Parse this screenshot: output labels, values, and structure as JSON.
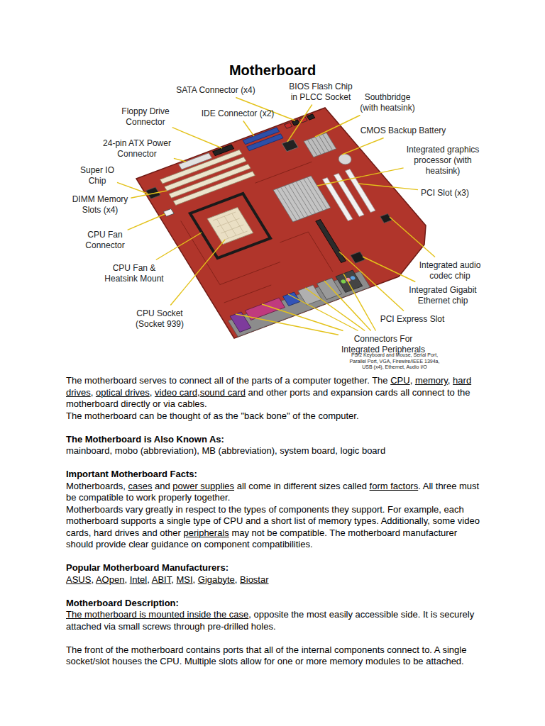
{
  "diagram": {
    "title": "Motherboard",
    "labels": [
      "SATA Connector (x4)",
      "BIOS Flash Chip in PLCC Socket",
      "Southbridge (with heatsink)",
      "Floppy Drive Connector",
      "IDE Connector (x2)",
      "CMOS Backup Battery",
      "24-pin ATX Power Connector",
      "Integrated graphics processor (with heatsink)",
      "Super IO Chip",
      "PCI Slot (x3)",
      "DIMM Memory Slots (x4)",
      "CPU Fan Connector",
      "Integrated audio codec chip",
      "CPU Fan & Heatsink Mount",
      "Integrated Gigabit Ethernet chip",
      "PCI Express Slot",
      "CPU Socket (Socket 939)",
      "Connectors For Integrated Peripherals",
      "PS/2 Keyboard and Mouse, Serial Port, Parallel Port, VGA, Firewire/IEEE 1394a, USB (x4), Ethernet, Audio I/O",
      "The motherboard serves to connect all of the parts of a computer together. The ",
      "CPU",
      ", ",
      "memory",
      ", ",
      "hard drives",
      ", ",
      "optical drives",
      ", ",
      "video card",
      ",",
      "sound card",
      " and other ports and expansion cards all connect to the motherboard directly or via cables.",
      "The motherboard can be thought of as the \"back bone\" of the computer.",
      "The Motherboard is Also Known As:",
      "mainboard, mobo (abbreviation), MB (abbreviation), system board, logic board",
      "Important Motherboard Facts:",
      "Motherboards, ",
      "cases",
      " and ",
      "power supplies",
      " all come in different sizes called ",
      "form factors",
      ". All three must be compatible to work properly together.",
      "Motherboards vary greatly in respect to the types of components they support. For example, each motherboard supports a single type of CPU and a short list of memory types. Additionally, some video cards, hard drives and other ",
      "peripherals",
      " may not be compatible. The motherboard manufacturer should provide clear guidance on component compatibilities.",
      "Popular Motherboard Manufacturers:",
      "ASUS",
      ", ",
      "AOpen",
      ", ",
      "Intel",
      ", ",
      "ABIT",
      ", ",
      "MSI",
      ", ",
      "Gigabyte",
      ", ",
      "Biostar",
      "Motherboard Description:",
      "The motherboard is mounted inside the case",
      ", opposite the most easily accessible side. It is securely attached via small screws through pre-drilled holes.",
      "The front of the motherboard contains ports that all of the internal components connect to. A single socket/slot houses the CPU. Multiple slots allow for one or more memory modules to be attached."
    ]
  }
}
